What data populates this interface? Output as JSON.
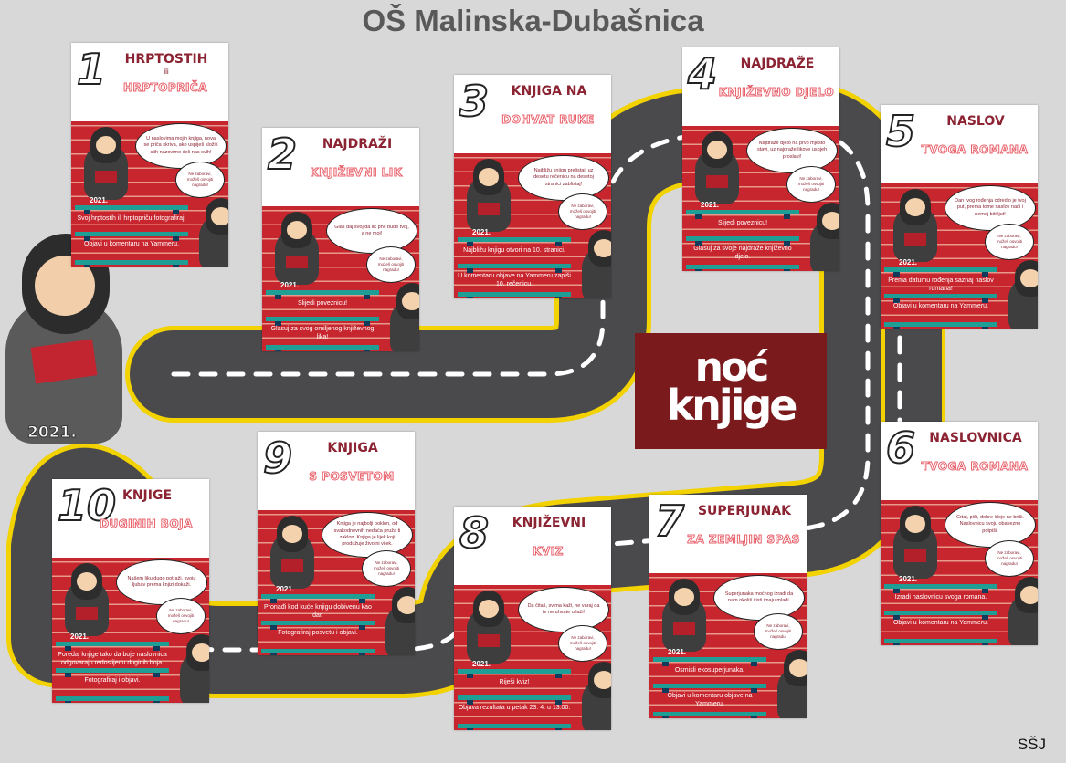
{
  "header": {
    "title": "OŠ Malinska-Dubašnica"
  },
  "footer": {
    "signature": "SŠJ"
  },
  "logo": {
    "line1": "noć",
    "line2": "knjige"
  },
  "mascot": {
    "year": "2021."
  },
  "colors": {
    "brick": "#c8262f",
    "title_red": "#8b2332",
    "shelf": "#1f9e96",
    "road": "#4a4a4c",
    "road_edge": "#f2d200",
    "background": "#d8d8d8"
  },
  "cards": [
    {
      "num": "1",
      "title": "HRPTOSTIH",
      "mid": "ili",
      "subtitle": "HRPTOPRIČA",
      "bubble": "U naslovima mojih knjiga, nova se priča skriva, ako uspiješ složiti stih nazovimo ćeš nas svih!",
      "reminder": "Ne zaboravi, možeš osvojiti nagradu!",
      "year": "2021.",
      "step1": "Svoj hrptostih ili hrptopriču fotografiraj.",
      "step2": "Objavi u komentaru na Yammeru."
    },
    {
      "num": "2",
      "title": "NAJDRAŽI",
      "mid": "",
      "subtitle": "KNJIŽEVNI LIK",
      "bubble": "Glas daj svoj da lik prvi bude tvoj, a ne moj!",
      "reminder": "Ne zaboravi, možeš osvojiti nagradu!",
      "year": "2021.",
      "step1": "Slijedi poveznicu!",
      "step2": "Glasuj za svog omiljenog književnog lika!"
    },
    {
      "num": "3",
      "title": "KNJIGA NA",
      "mid": "",
      "subtitle": "DOHVAT RUKE",
      "bubble": "Najbližu knjigu prelistaj, uz desetu rečenicu na desetoj stranici zablistaj!",
      "reminder": "Ne zaboravi, možeš osvojiti nagradu!",
      "year": "2021.",
      "step1": "Najbližu knjigu otvori na 10. stranici.",
      "step2": "U komentaru objave na Yammeru zapiši 10. rečenicu."
    },
    {
      "num": "4",
      "title": "NAJDRAŽE",
      "mid": "",
      "subtitle": "KNJIŽEVNO DJELO",
      "bubble": "Najdraže djelo na prvo mjesto stavi, uz najdraže likove uspjeh proslavi!",
      "reminder": "Ne zaboravi, možeš osvojiti nagradu!",
      "year": "2021.",
      "step1": "Slijedi poveznicu!",
      "step2": "Glasuj za svoje najdraže književno djelo."
    },
    {
      "num": "5",
      "title": "NASLOV",
      "mid": "",
      "subtitle": "TVOGA ROMANA",
      "bubble": "Dan tvog rođenja odredio je tvoj put, prema tome naslov nađi i nemoj biti ljut!",
      "reminder": "Ne zaboravi, možeš osvojiti nagradu!",
      "year": "2021.",
      "step1": "Prema datumu rođenja saznaj naslov romana!",
      "step2": "Objavi u komentaru na Yammeru."
    },
    {
      "num": "6",
      "title": "NASLOVNICA",
      "mid": "",
      "subtitle": "TVOGA ROMANA",
      "bubble": "Crtaj, piši, dobre ideje ne briši. Naslovnicu svoju obavezno potpiši.",
      "reminder": "Ne zaboravi, možeš osvojiti nagradu!",
      "year": "2021.",
      "step1": "Izradi naslovnicu svoga romana.",
      "step2": "Objavi u komentaru na Yammeru."
    },
    {
      "num": "7",
      "title": "SUPERJUNAK",
      "mid": "",
      "subtitle": "ZA ZEMLJIN SPAS",
      "bubble": "Superjunaka moćnog izradi da nam okoliš čisti imaju mladi.",
      "reminder": "Ne zaboravi, možeš osvojiti nagradu!",
      "year": "2021.",
      "step1": "Osmisli ekosuperjunaka.",
      "step2": "Objavi u komentaru objave na Yammeru."
    },
    {
      "num": "8",
      "title": "KNJIŽEVNI",
      "mid": "",
      "subtitle": "KVIZ",
      "bubble": "Da čitaš, svima kaži, ne varaj da te ne uhvate u laži!",
      "reminder": "Ne zaboravi, možeš osvojiti nagradu!",
      "year": "2021.",
      "step1": "Riješi kviz!",
      "step2": "Objava rezultata u petak 23. 4. u 13:00."
    },
    {
      "num": "9",
      "title": "KNJIGA",
      "mid": "",
      "subtitle": "S POSVETOM",
      "bubble": "Knjiga je najbolji poklon, od svakodnevnih nedaća pruža ti zaklon. Knjiga je lijek koji produžuje životni vijek.",
      "reminder": "Ne zaboravi, možeš osvojiti nagradu!",
      "year": "2021.",
      "step1": "Pronađi kod kuće knjigu dobivenu kao dar.",
      "step2": "Fotografiraj posvetu i objavi."
    },
    {
      "num": "10",
      "title": "KNJIGE",
      "mid": "",
      "subtitle": "DUGINIH BOJA",
      "bubble": "Našem liku dugo potraži, svoju ljubav prema knjizi dokaži.",
      "reminder": "Ne zaboravi, možeš osvojiti nagradu!",
      "year": "2021.",
      "step1": "Poredaj knjige tako da boje naslovnica odgovaraju redoslijedu duginih boja.",
      "step2": "Fotografiraj i objavi."
    }
  ]
}
